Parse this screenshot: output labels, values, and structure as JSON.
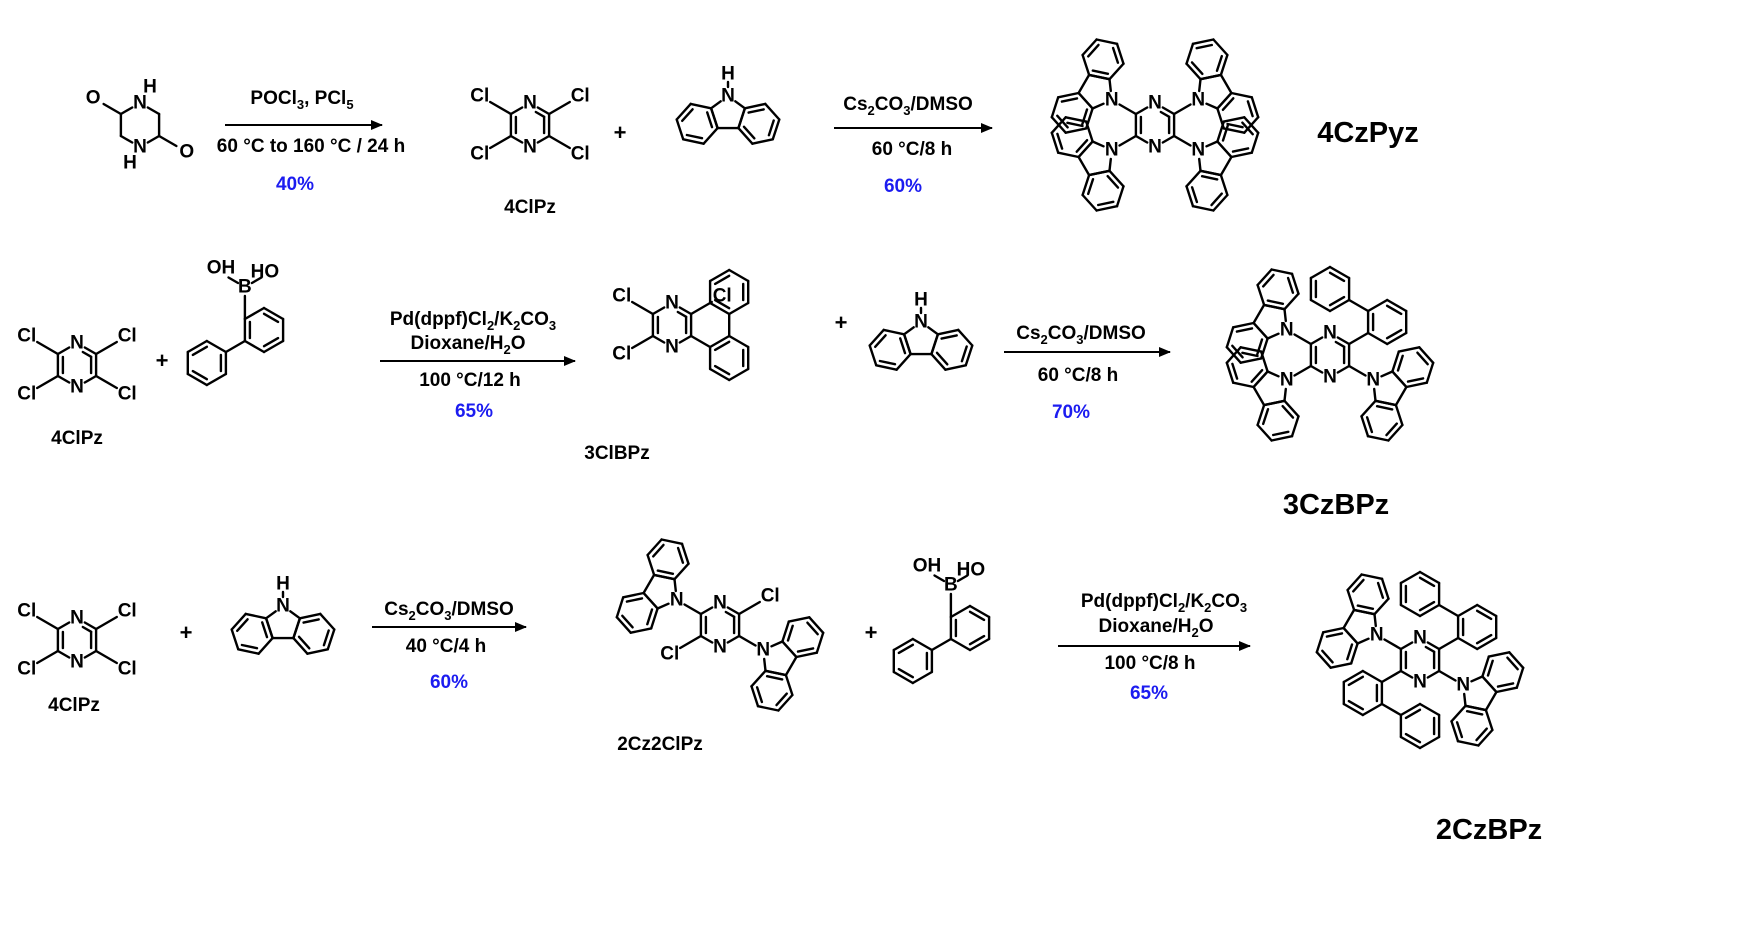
{
  "scheme": {
    "rows": [
      {
        "steps": [
          {
            "conditions": [
              "POCl3, PCl5",
              "60 °C to 160 °C / 24 h"
            ],
            "yield": "40%"
          },
          {
            "conditions": [
              "Cs2CO3/DMSO",
              "60 °C/8 h"
            ],
            "yield": "60%"
          }
        ],
        "compound_labels": [
          "4ClPz"
        ],
        "product": "4CzPyz"
      },
      {
        "steps": [
          {
            "conditions": [
              "Pd(dppf)Cl2/K2CO3",
              "Dioxane/H2O",
              "100 °C/12 h"
            ],
            "yield": "65%"
          },
          {
            "conditions": [
              "Cs2CO3/DMSO",
              "60 °C/8 h"
            ],
            "yield": "70%"
          }
        ],
        "compound_labels": [
          "4ClPz",
          "3ClBPz"
        ],
        "product": "3CzBPz"
      },
      {
        "steps": [
          {
            "conditions": [
              "Cs2CO3/DMSO",
              "40 °C/4 h"
            ],
            "yield": "60%"
          },
          {
            "conditions": [
              "Pd(dppf)Cl2/K2CO3",
              "Dioxane/H2O",
              "100 °C/8 h"
            ],
            "yield": "65%"
          }
        ],
        "compound_labels": [
          "4ClPz",
          "2Cz2ClPz"
        ],
        "product": "2CzBPz"
      }
    ],
    "plus_sign": "+",
    "atom_labels": {
      "N": "N",
      "H": "H",
      "Cl": "Cl",
      "O": "O",
      "OH": "OH",
      "HO": "HO",
      "B": "B"
    }
  }
}
